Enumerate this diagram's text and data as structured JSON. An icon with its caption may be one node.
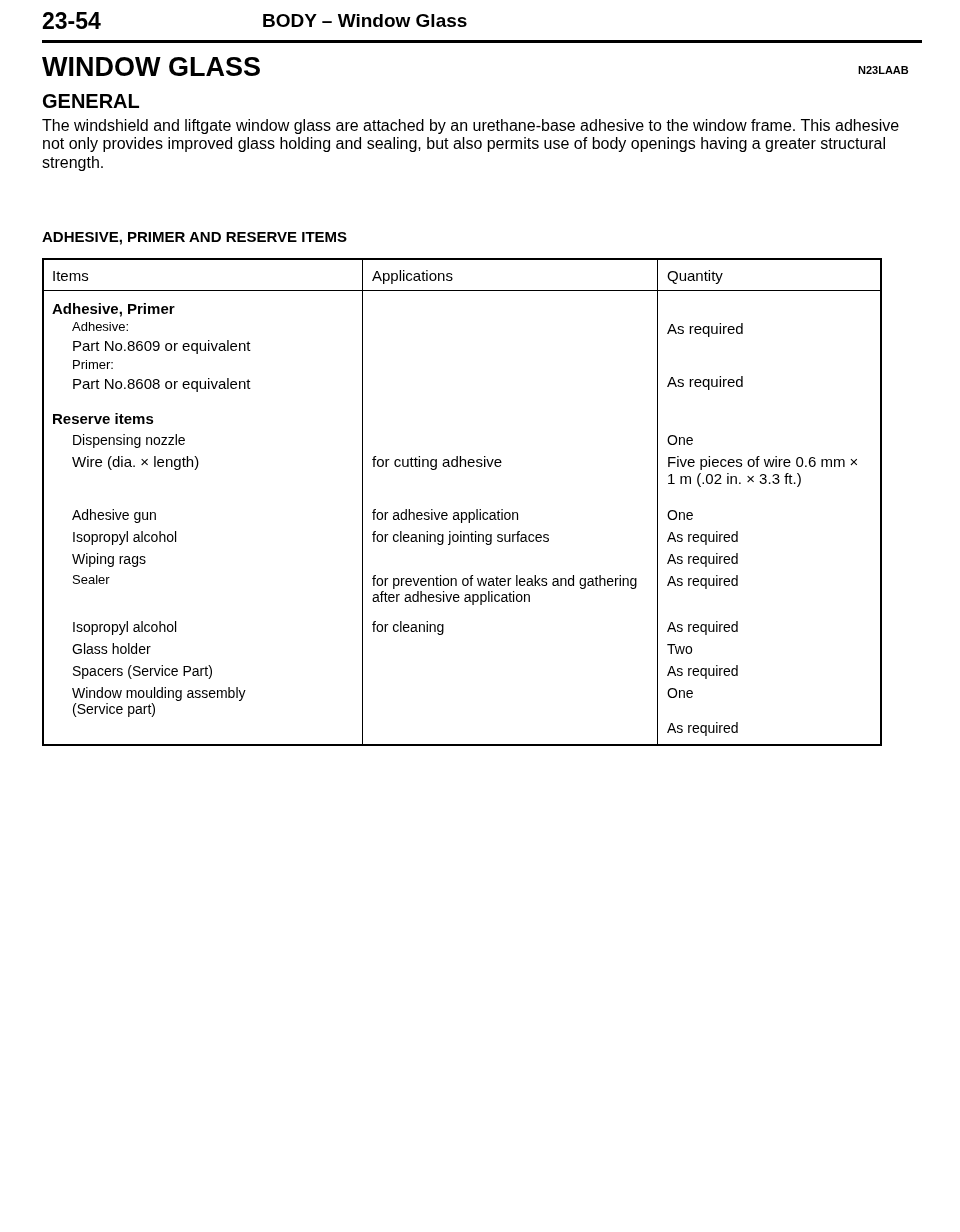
{
  "diagram": {
    "title": "WINDOW GLASS",
    "labels": [
      "23-54",
      "BODY – Window Glass",
      "N23LAAB",
      "GENERAL",
      "The windshield and liftgate window glass are attached by an urethane-base adhesive to the window frame. This adhesive not only provides improved glass holding and sealing, but also permits use of body openings having a greater structural strength.",
      "ADHESIVE, PRIMER AND RESERVE ITEMS",
      "Items",
      "Applications",
      "Quantity",
      "Adhesive, Primer",
      "Adhesive:",
      "Part No.8609 or equivalent",
      "As required",
      "Primer:",
      "Part No.8608 or equivalent",
      "As required",
      "Reserve items",
      "Dispensing nozzle",
      "One",
      "Wire (dia. × length)",
      "for cutting adhesive",
      "Five pieces of wire 0.6 mm × 1 m (.02 in. × 3.3 ft.)",
      "Adhesive gun",
      "for adhesive application",
      "One",
      "Isopropyl alcohol",
      "for cleaning jointing surfaces",
      "As required",
      "Wiping rags",
      "As required",
      "Sealer",
      "for prevention of water leaks and gathering after adhesive application",
      "As required",
      "Isopropyl alcohol",
      "for cleaning",
      "As required",
      "Glass holder",
      "Two",
      "Spacers (Service Part)",
      "As required",
      "Window moulding assembly (Service part)",
      "One",
      "As required"
    ]
  }
}
